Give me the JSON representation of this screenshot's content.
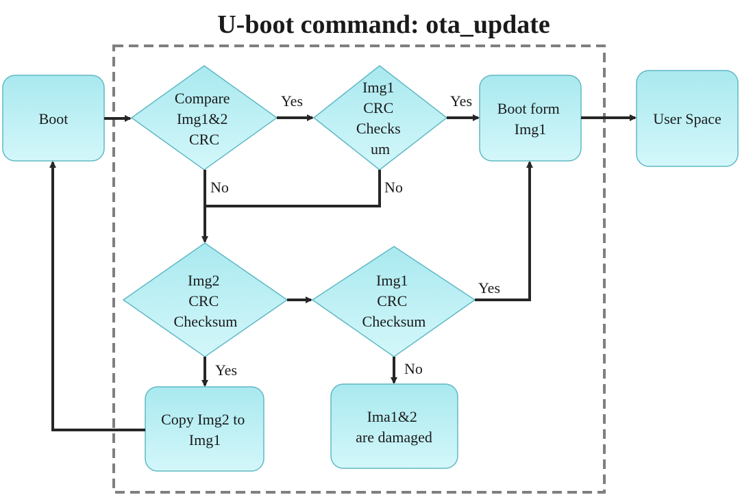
{
  "title": "U-boot command: ota_update",
  "nodes": {
    "boot": [
      "Boot"
    ],
    "compare": [
      "Compare",
      "Img1&2",
      "CRC"
    ],
    "img1_check_top": [
      "Img1",
      "CRC",
      "Checks",
      "um"
    ],
    "boot_from_img1": [
      "Boot form",
      "Img1"
    ],
    "user_space": [
      "User Space"
    ],
    "img2_check": [
      "Img2",
      "CRC",
      "Checksum"
    ],
    "img1_check_bottom": [
      "Img1",
      "CRC",
      "Checksum"
    ],
    "copy_img2": [
      "Copy Img2 to",
      "Img1"
    ],
    "damaged": [
      "Ima1&2",
      "are damaged"
    ]
  },
  "edge_labels": {
    "compare_yes": "Yes",
    "compare_no": "No",
    "img1_top_yes": "Yes",
    "img1_top_no": "No",
    "img2_yes": "Yes",
    "img1_bottom_yes": "Yes",
    "img1_bottom_no": "No"
  },
  "colors": {
    "fill": "#b6eef3",
    "stroke": "#5fb8c4",
    "arrow": "#262626",
    "frame": "#7f7f7f"
  }
}
